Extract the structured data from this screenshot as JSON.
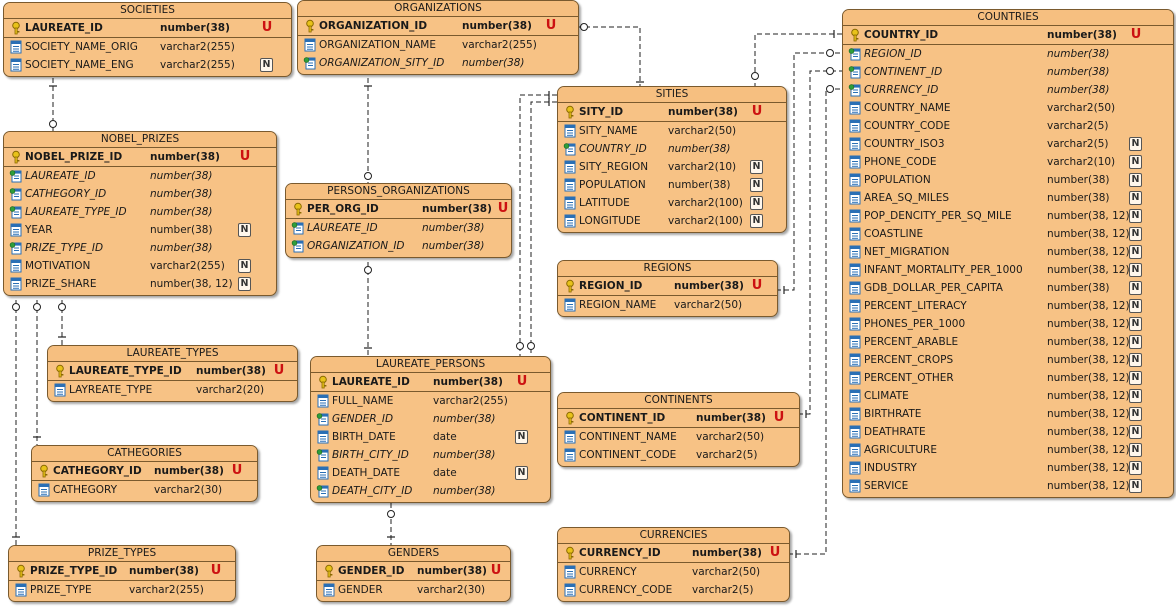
{
  "entities": [
    {
      "key": "societies",
      "title": "SOCIETIES",
      "rows": [
        {
          "name": "LAUREATE_ID",
          "type": "number(38)",
          "kind": "pk",
          "flag": "U"
        },
        {
          "name": "SOCIETY_NAME_ORIG",
          "type": "varchar2(255)",
          "kind": "col",
          "flag": ""
        },
        {
          "name": "SOCIETY_NAME_ENG",
          "type": "varchar2(255)",
          "kind": "col",
          "flag": "N"
        }
      ]
    },
    {
      "key": "organizations",
      "title": "ORGANIZATIONS",
      "rows": [
        {
          "name": "ORGANIZATION_ID",
          "type": "number(38)",
          "kind": "pk",
          "flag": "U"
        },
        {
          "name": "ORGANIZATION_NAME",
          "type": "varchar2(255)",
          "kind": "col",
          "flag": ""
        },
        {
          "name": "ORGANIZATION_SITY_ID",
          "type": "number(38)",
          "kind": "fk",
          "flag": ""
        }
      ]
    },
    {
      "key": "countries",
      "title": "COUNTRIES",
      "rows": [
        {
          "name": "COUNTRY_ID",
          "type": "number(38)",
          "kind": "pk",
          "flag": "U"
        },
        {
          "name": "REGION_ID",
          "type": "number(38)",
          "kind": "fk",
          "flag": ""
        },
        {
          "name": "CONTINENT_ID",
          "type": "number(38)",
          "kind": "fk",
          "flag": ""
        },
        {
          "name": "CURRENCY_ID",
          "type": "number(38)",
          "kind": "fk",
          "flag": ""
        },
        {
          "name": "COUNTRY_NAME",
          "type": "varchar2(50)",
          "kind": "col",
          "flag": ""
        },
        {
          "name": "COUNTRY_CODE",
          "type": "varchar2(5)",
          "kind": "col",
          "flag": ""
        },
        {
          "name": "COUNTRY_ISO3",
          "type": "varchar2(5)",
          "kind": "col",
          "flag": "N"
        },
        {
          "name": "PHONE_CODE",
          "type": "varchar2(10)",
          "kind": "col",
          "flag": "N"
        },
        {
          "name": "POPULATION",
          "type": "number(38)",
          "kind": "col",
          "flag": "N"
        },
        {
          "name": "AREA_SQ_MILES",
          "type": "number(38)",
          "kind": "col",
          "flag": "N"
        },
        {
          "name": "POP_DENCITY_PER_SQ_MILE",
          "type": "number(38, 12)",
          "kind": "col",
          "flag": "N"
        },
        {
          "name": "COASTLINE",
          "type": "number(38, 12)",
          "kind": "col",
          "flag": "N"
        },
        {
          "name": "NET_MIGRATION",
          "type": "number(38, 12)",
          "kind": "col",
          "flag": "N"
        },
        {
          "name": "INFANT_MORTALITY_PER_1000",
          "type": "number(38, 12)",
          "kind": "col",
          "flag": "N"
        },
        {
          "name": "GDB_DOLLAR_PER_CAPITA",
          "type": "number(38)",
          "kind": "col",
          "flag": "N"
        },
        {
          "name": "PERCENT_LITERACY",
          "type": "number(38, 12)",
          "kind": "col",
          "flag": "N"
        },
        {
          "name": "PHONES_PER_1000",
          "type": "number(38, 12)",
          "kind": "col",
          "flag": "N"
        },
        {
          "name": "PERCENT_ARABLE",
          "type": "number(38, 12)",
          "kind": "col",
          "flag": "N"
        },
        {
          "name": "PERCENT_CROPS",
          "type": "number(38, 12)",
          "kind": "col",
          "flag": "N"
        },
        {
          "name": "PERCENT_OTHER",
          "type": "number(38, 12)",
          "kind": "col",
          "flag": "N"
        },
        {
          "name": "CLIMATE",
          "type": "number(38, 12)",
          "kind": "col",
          "flag": "N"
        },
        {
          "name": "BIRTHRATE",
          "type": "number(38, 12)",
          "kind": "col",
          "flag": "N"
        },
        {
          "name": "DEATHRATE",
          "type": "number(38, 12)",
          "kind": "col",
          "flag": "N"
        },
        {
          "name": "AGRICULTURE",
          "type": "number(38, 12)",
          "kind": "col",
          "flag": "N"
        },
        {
          "name": "INDUSTRY",
          "type": "number(38, 12)",
          "kind": "col",
          "flag": "N"
        },
        {
          "name": "SERVICE",
          "type": "number(38, 12)",
          "kind": "col",
          "flag": "N"
        }
      ]
    },
    {
      "key": "sities",
      "title": "SITIES",
      "rows": [
        {
          "name": "SITY_ID",
          "type": "number(38)",
          "kind": "pk",
          "flag": "U"
        },
        {
          "name": "SITY_NAME",
          "type": "varchar2(50)",
          "kind": "col",
          "flag": ""
        },
        {
          "name": "COUNTRY_ID",
          "type": "number(38)",
          "kind": "fk",
          "flag": ""
        },
        {
          "name": "SITY_REGION",
          "type": "varchar2(10)",
          "kind": "col",
          "flag": "N"
        },
        {
          "name": "POPULATION",
          "type": "number(38)",
          "kind": "col",
          "flag": "N"
        },
        {
          "name": "LATITUDE",
          "type": "varchar2(100)",
          "kind": "col",
          "flag": "N"
        },
        {
          "name": "LONGITUDE",
          "type": "varchar2(100)",
          "kind": "col",
          "flag": "N"
        }
      ]
    },
    {
      "key": "nobel_prizes",
      "title": "NOBEL_PRIZES",
      "rows": [
        {
          "name": "NOBEL_PRIZE_ID",
          "type": "number(38)",
          "kind": "pk",
          "flag": "U"
        },
        {
          "name": "LAUREATE_ID",
          "type": "number(38)",
          "kind": "fk",
          "flag": ""
        },
        {
          "name": "CATHEGORY_ID",
          "type": "number(38)",
          "kind": "fk",
          "flag": ""
        },
        {
          "name": "LAUREATE_TYPE_ID",
          "type": "number(38)",
          "kind": "fk",
          "flag": ""
        },
        {
          "name": "YEAR",
          "type": "number(38)",
          "kind": "col",
          "flag": "N"
        },
        {
          "name": "PRIZE_TYPE_ID",
          "type": "number(38)",
          "kind": "fk",
          "flag": ""
        },
        {
          "name": "MOTIVATION",
          "type": "varchar2(255)",
          "kind": "col",
          "flag": "N"
        },
        {
          "name": "PRIZE_SHARE",
          "type": "number(38, 12)",
          "kind": "col",
          "flag": "N"
        }
      ]
    },
    {
      "key": "persons_organizations",
      "title": "PERSONS_ORGANIZATIONS",
      "rows": [
        {
          "name": "PER_ORG_ID",
          "type": "number(38)",
          "kind": "pk",
          "flag": "U"
        },
        {
          "name": "LAUREATE_ID",
          "type": "number(38)",
          "kind": "fk",
          "flag": ""
        },
        {
          "name": "ORGANIZATION_ID",
          "type": "number(38)",
          "kind": "fk",
          "flag": ""
        }
      ]
    },
    {
      "key": "regions",
      "title": "REGIONS",
      "rows": [
        {
          "name": "REGION_ID",
          "type": "number(38)",
          "kind": "pk",
          "flag": "U"
        },
        {
          "name": "REGION_NAME",
          "type": "varchar2(50)",
          "kind": "col",
          "flag": ""
        }
      ]
    },
    {
      "key": "laureate_types",
      "title": "LAUREATE_TYPES",
      "rows": [
        {
          "name": "LAUREATE_TYPE_ID",
          "type": "number(38)",
          "kind": "pk",
          "flag": "U"
        },
        {
          "name": "LAYREATE_TYPE",
          "type": "varchar2(20)",
          "kind": "col",
          "flag": ""
        }
      ]
    },
    {
      "key": "laureate_persons",
      "title": "LAUREATE_PERSONS",
      "rows": [
        {
          "name": "LAUREATE_ID",
          "type": "number(38)",
          "kind": "pk",
          "flag": "U"
        },
        {
          "name": "FULL_NAME",
          "type": "varchar2(255)",
          "kind": "col",
          "flag": ""
        },
        {
          "name": "GENDER_ID",
          "type": "number(38)",
          "kind": "fk",
          "flag": ""
        },
        {
          "name": "BIRTH_DATE",
          "type": "date",
          "kind": "col",
          "flag": "N"
        },
        {
          "name": "BIRTH_CITY_ID",
          "type": "number(38)",
          "kind": "fk",
          "flag": ""
        },
        {
          "name": "DEATH_DATE",
          "type": "date",
          "kind": "col",
          "flag": "N"
        },
        {
          "name": "DEATH_CITY_ID",
          "type": "number(38)",
          "kind": "fk",
          "flag": ""
        }
      ]
    },
    {
      "key": "continents",
      "title": "CONTINENTS",
      "rows": [
        {
          "name": "CONTINENT_ID",
          "type": "number(38)",
          "kind": "pk",
          "flag": "U"
        },
        {
          "name": "CONTINENT_NAME",
          "type": "varchar2(50)",
          "kind": "col",
          "flag": ""
        },
        {
          "name": "CONTINENT_CODE",
          "type": "varchar2(5)",
          "kind": "col",
          "flag": ""
        }
      ]
    },
    {
      "key": "cathegories",
      "title": "CATHEGORIES",
      "rows": [
        {
          "name": "CATHEGORY_ID",
          "type": "number(38)",
          "kind": "pk",
          "flag": "U"
        },
        {
          "name": "CATHEGORY",
          "type": "varchar2(30)",
          "kind": "col",
          "flag": ""
        }
      ]
    },
    {
      "key": "currencies",
      "title": "CURRENCIES",
      "rows": [
        {
          "name": "CURRENCY_ID",
          "type": "number(38)",
          "kind": "pk",
          "flag": "U"
        },
        {
          "name": "CURRENCY",
          "type": "varchar2(50)",
          "kind": "col",
          "flag": ""
        },
        {
          "name": "CURRENCY_CODE",
          "type": "varchar2(5)",
          "kind": "col",
          "flag": ""
        }
      ]
    },
    {
      "key": "prize_types",
      "title": "PRIZE_TYPES",
      "rows": [
        {
          "name": "PRIZE_TYPE_ID",
          "type": "number(38)",
          "kind": "pk",
          "flag": "U"
        },
        {
          "name": "PRIZE_TYPE",
          "type": "varchar2(255)",
          "kind": "col",
          "flag": ""
        }
      ]
    },
    {
      "key": "genders",
      "title": "GENDERS",
      "rows": [
        {
          "name": "GENDER_ID",
          "type": "number(38)",
          "kind": "pk",
          "flag": "U"
        },
        {
          "name": "GENDER",
          "type": "varchar2(30)",
          "kind": "col",
          "flag": ""
        }
      ]
    }
  ],
  "relationships": [
    {
      "from": "organizations",
      "to": "sities"
    },
    {
      "from": "organizations",
      "to": "persons_organizations"
    },
    {
      "from": "societies",
      "to": "nobel_prizes"
    },
    {
      "from": "laureate_persons",
      "to": "persons_organizations"
    },
    {
      "from": "laureate_types",
      "to": "nobel_prizes"
    },
    {
      "from": "cathegories",
      "to": "nobel_prizes"
    },
    {
      "from": "prize_types",
      "to": "nobel_prizes"
    },
    {
      "from": "genders",
      "to": "laureate_persons"
    },
    {
      "from": "sities",
      "to": "laureate_persons"
    },
    {
      "from": "countries",
      "to": "sities"
    },
    {
      "from": "regions",
      "to": "countries"
    },
    {
      "from": "continents",
      "to": "countries"
    },
    {
      "from": "currencies",
      "to": "countries"
    }
  ],
  "icons": {
    "pk": "key-icon",
    "fk": "foreign-key-icon",
    "col": "column-icon"
  },
  "colors": {
    "entity_fill": "#f7c285",
    "entity_border": "#7a5a2e",
    "unique_flag": "#cc1111"
  }
}
